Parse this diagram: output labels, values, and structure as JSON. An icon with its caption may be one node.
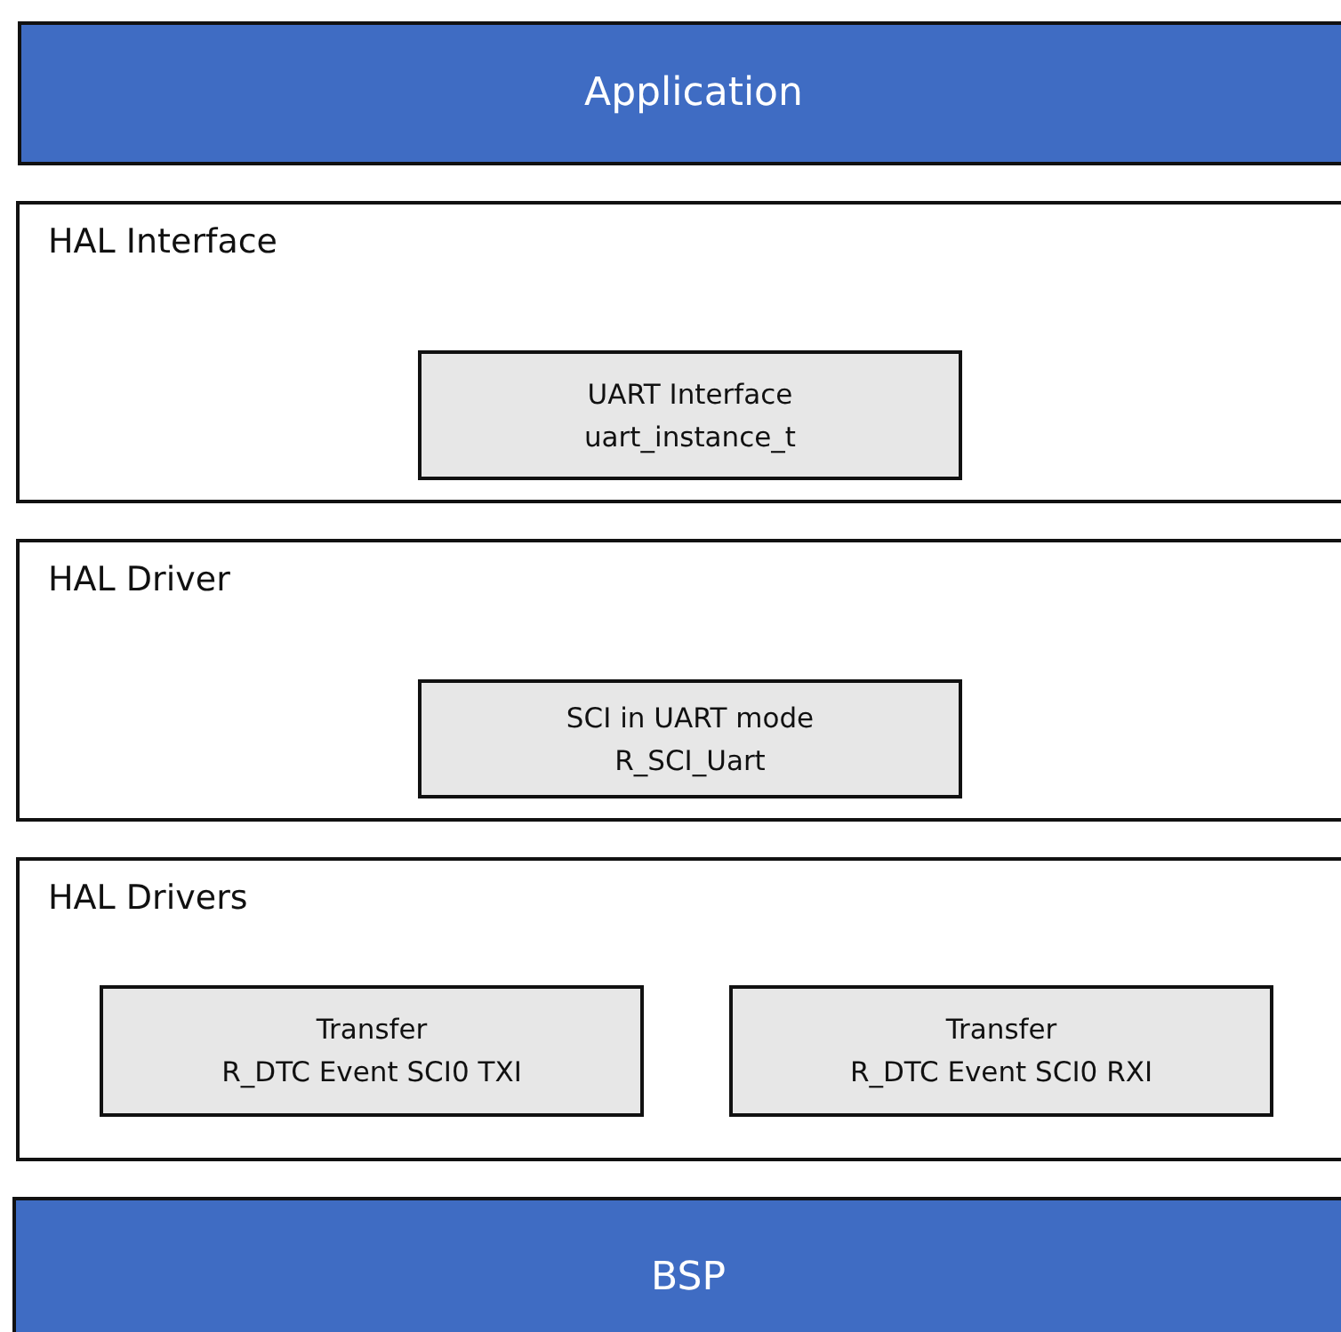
{
  "diagram": {
    "nodes": [
      {
        "text": [
          "Application"
        ]
      },
      {
        "text": [
          "HAL Interface"
        ]
      },
      {
        "text": [
          "UART Interface",
          "uart_instance_t"
        ],
        "in": 1
      },
      {
        "text": [
          "HAL Driver"
        ]
      },
      {
        "text": [
          "SCI in UART mode",
          "R_SCI_Uart"
        ],
        "in": 3
      },
      {
        "text": [
          "HAL Drivers"
        ]
      },
      {
        "text": [
          "Transfer",
          "R_DTC Event SCI0 TXI"
        ],
        "in": 5
      },
      {
        "text": [
          "Transfer",
          "R_DTC Event SCI0 RXI"
        ],
        "in": 5
      },
      {
        "text": [
          "BSP"
        ]
      }
    ]
  }
}
